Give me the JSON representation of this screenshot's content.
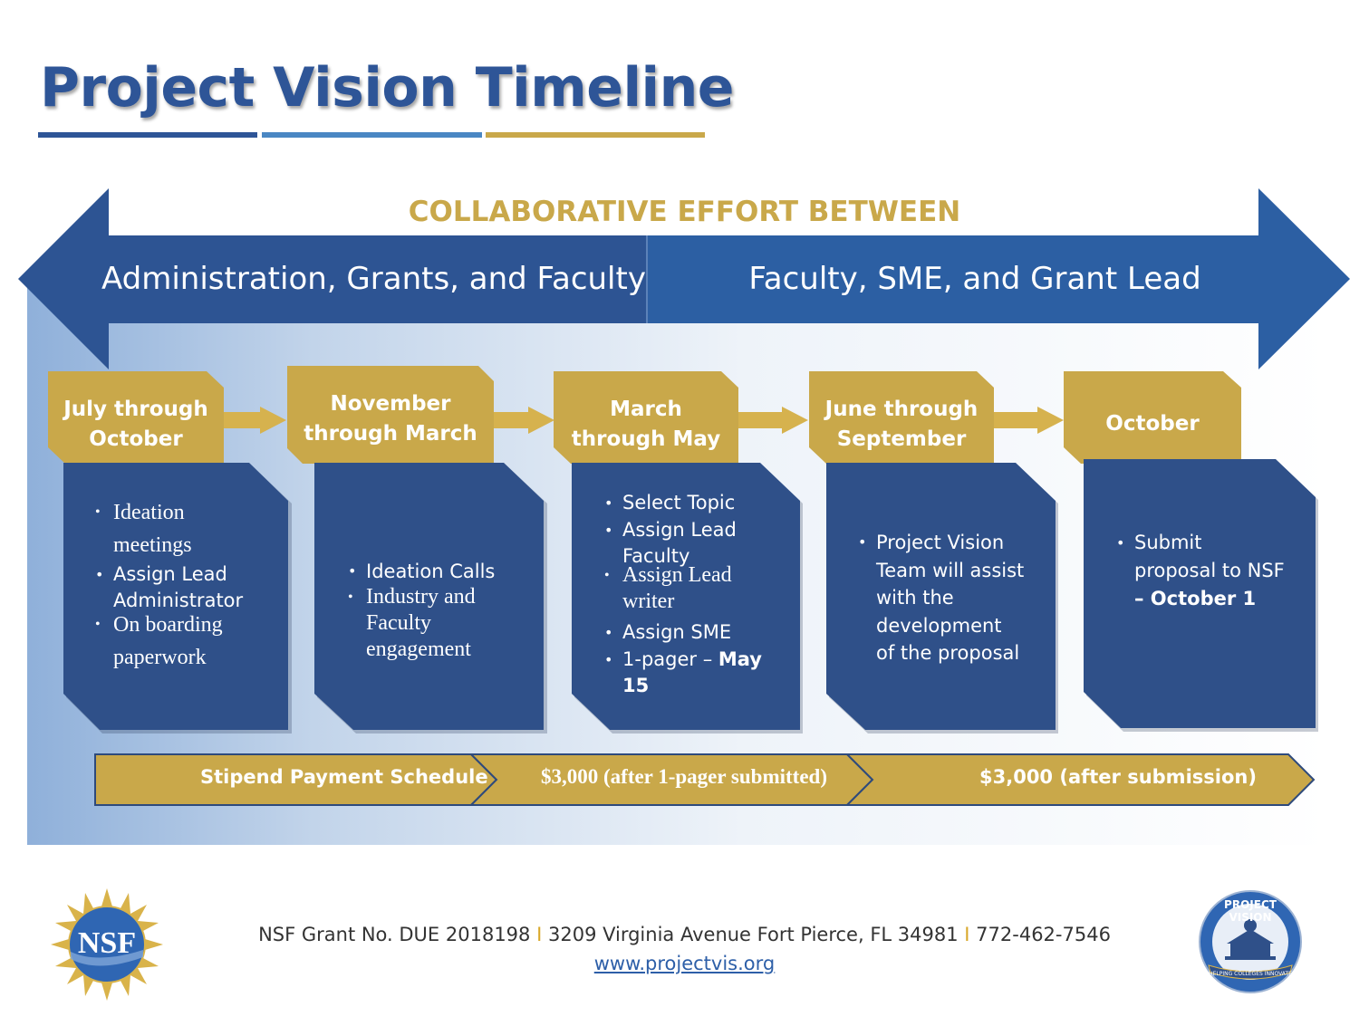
{
  "title": "Project Vision Timeline",
  "collab_heading": "COLLABORATIVE EFFORT BETWEEN",
  "arrow_left_label": "Administration, Grants, and Faculty",
  "arrow_right_label": "Faculty, SME, and Grant Lead",
  "phases": [
    {
      "period_line1": "July through",
      "period_line2": "October",
      "items": [
        "Ideation",
        "meetings",
        "Assign Lead",
        "Administrator",
        "On boarding",
        "paperwork"
      ]
    },
    {
      "period_line1": "November",
      "period_line2": "through March",
      "items": [
        "Ideation Calls",
        "Industry and",
        "Faculty",
        "engagement"
      ]
    },
    {
      "period_line1": "March",
      "period_line2": "through May",
      "items": [
        "Select Topic",
        "Assign Lead",
        "Faculty",
        "Assign Lead",
        "writer",
        "Assign SME",
        "1-pager – ",
        "May",
        "15"
      ]
    },
    {
      "period_line1": "June through",
      "period_line2": "September",
      "items": [
        "Project Vision",
        "Team will assist",
        "with the",
        "development",
        "of the proposal"
      ]
    },
    {
      "period_line1": "October",
      "period_line2": "",
      "items": [
        "Submit",
        "proposal to NSF",
        "– October 1"
      ]
    }
  ],
  "stipend": {
    "label": "Stipend Payment Schedule",
    "payment1": "$3,000 (after 1-pager submitted)",
    "payment2": "$3,000 (after submission)"
  },
  "footer": {
    "grant": "NSF Grant No. DUE 2018198",
    "separator": "I",
    "address": "3209  Virginia Avenue Fort Pierce, FL 34981",
    "phone": "772-462-7546",
    "url": "www.projectvis.org"
  },
  "logos": {
    "left_text": "NSF",
    "right_ring_top": "PROJECT VISION",
    "right_ring_bottom": "HELPING COLLEGES INNOVATE"
  },
  "colors": {
    "navy": "#2e5597",
    "box": "#2f5089",
    "arrow_left": "#2d5493",
    "arrow_right": "#2c5fa3",
    "gold": "#c9a84a",
    "gold_light": "#d6b24e"
  }
}
